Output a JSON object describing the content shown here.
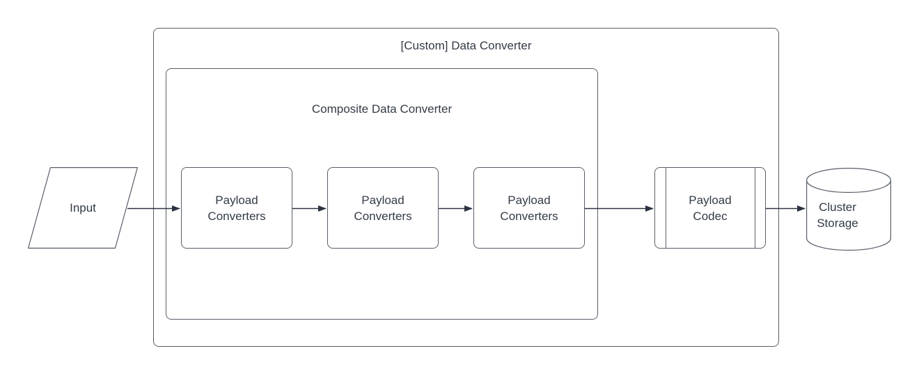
{
  "colors": {
    "stroke": "#575e68",
    "arrow": "#2c3340",
    "text": "#333b46",
    "background": "#ffffff"
  },
  "containers": {
    "outer": {
      "label": "[Custom] Data Converter"
    },
    "inner": {
      "label": "Composite Data Converter"
    }
  },
  "nodes": {
    "input": {
      "label": "Input",
      "shape": "parallelogram"
    },
    "payload_converters_1": {
      "label": "Payload Converters",
      "shape": "rounded-rectangle"
    },
    "payload_converters_2": {
      "label": "Payload Converters",
      "shape": "rounded-rectangle"
    },
    "payload_converters_3": {
      "label": "Payload Converters",
      "shape": "rounded-rectangle"
    },
    "payload_codec": {
      "label": "Payload Codec",
      "shape": "predefined-process"
    },
    "cluster_storage": {
      "label": "Cluster Storage",
      "shape": "cylinder"
    }
  },
  "edges": [
    {
      "from": "input",
      "to": "payload_converters_1"
    },
    {
      "from": "payload_converters_1",
      "to": "payload_converters_2"
    },
    {
      "from": "payload_converters_2",
      "to": "payload_converters_3"
    },
    {
      "from": "payload_converters_3",
      "to": "payload_codec"
    },
    {
      "from": "payload_codec",
      "to": "cluster_storage"
    }
  ]
}
